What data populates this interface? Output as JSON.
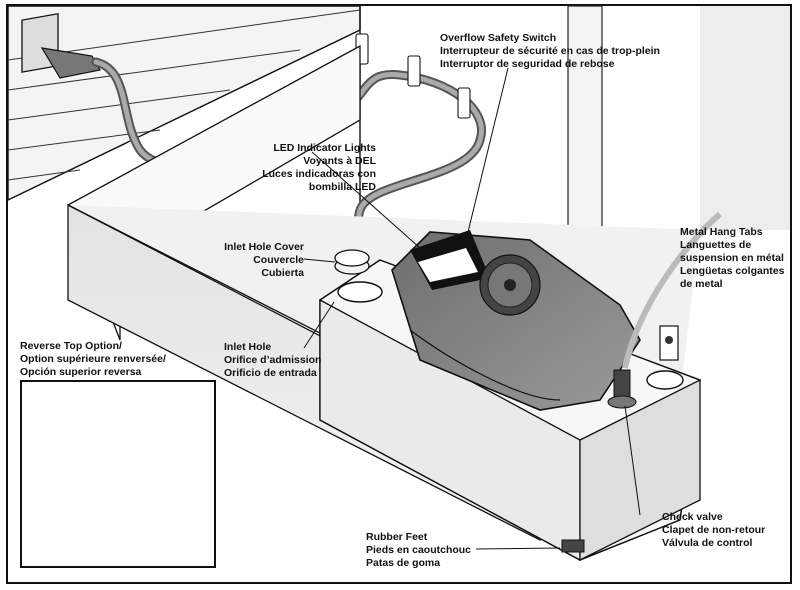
{
  "diagram": {
    "labels": {
      "overflow_switch": [
        "Overflow Safety Switch",
        "Interrupteur de sécurité en cas de trop-plein",
        "Interruptor de seguridad de rebose"
      ],
      "led_lights": [
        "LED Indicator Lights",
        "Voyants à DEL",
        "Luces indicadoras con",
        "bombilla LED"
      ],
      "inlet_cover": [
        "Inlet Hole Cover",
        "Couvercle",
        "Cubierta"
      ],
      "inlet_hole": [
        "Inlet Hole",
        "Orifice d’admission",
        "Orificio de entrada"
      ],
      "hang_tabs": [
        "Metal Hang Tabs",
        "Languettes de",
        "suspension en métal",
        "Lengüetas colgantes",
        "de metal"
      ],
      "reverse_top": [
        "Reverse Top Option/",
        "Option supérieure renversée/",
        "Opción superior reversa"
      ],
      "check_valve": [
        "Check valve",
        "Clapet de non-retour",
        "Válvula de control"
      ],
      "rubber_feet": [
        "Rubber Feet",
        "Pieds en caoutchouc",
        "Patas de goma"
      ]
    }
  }
}
